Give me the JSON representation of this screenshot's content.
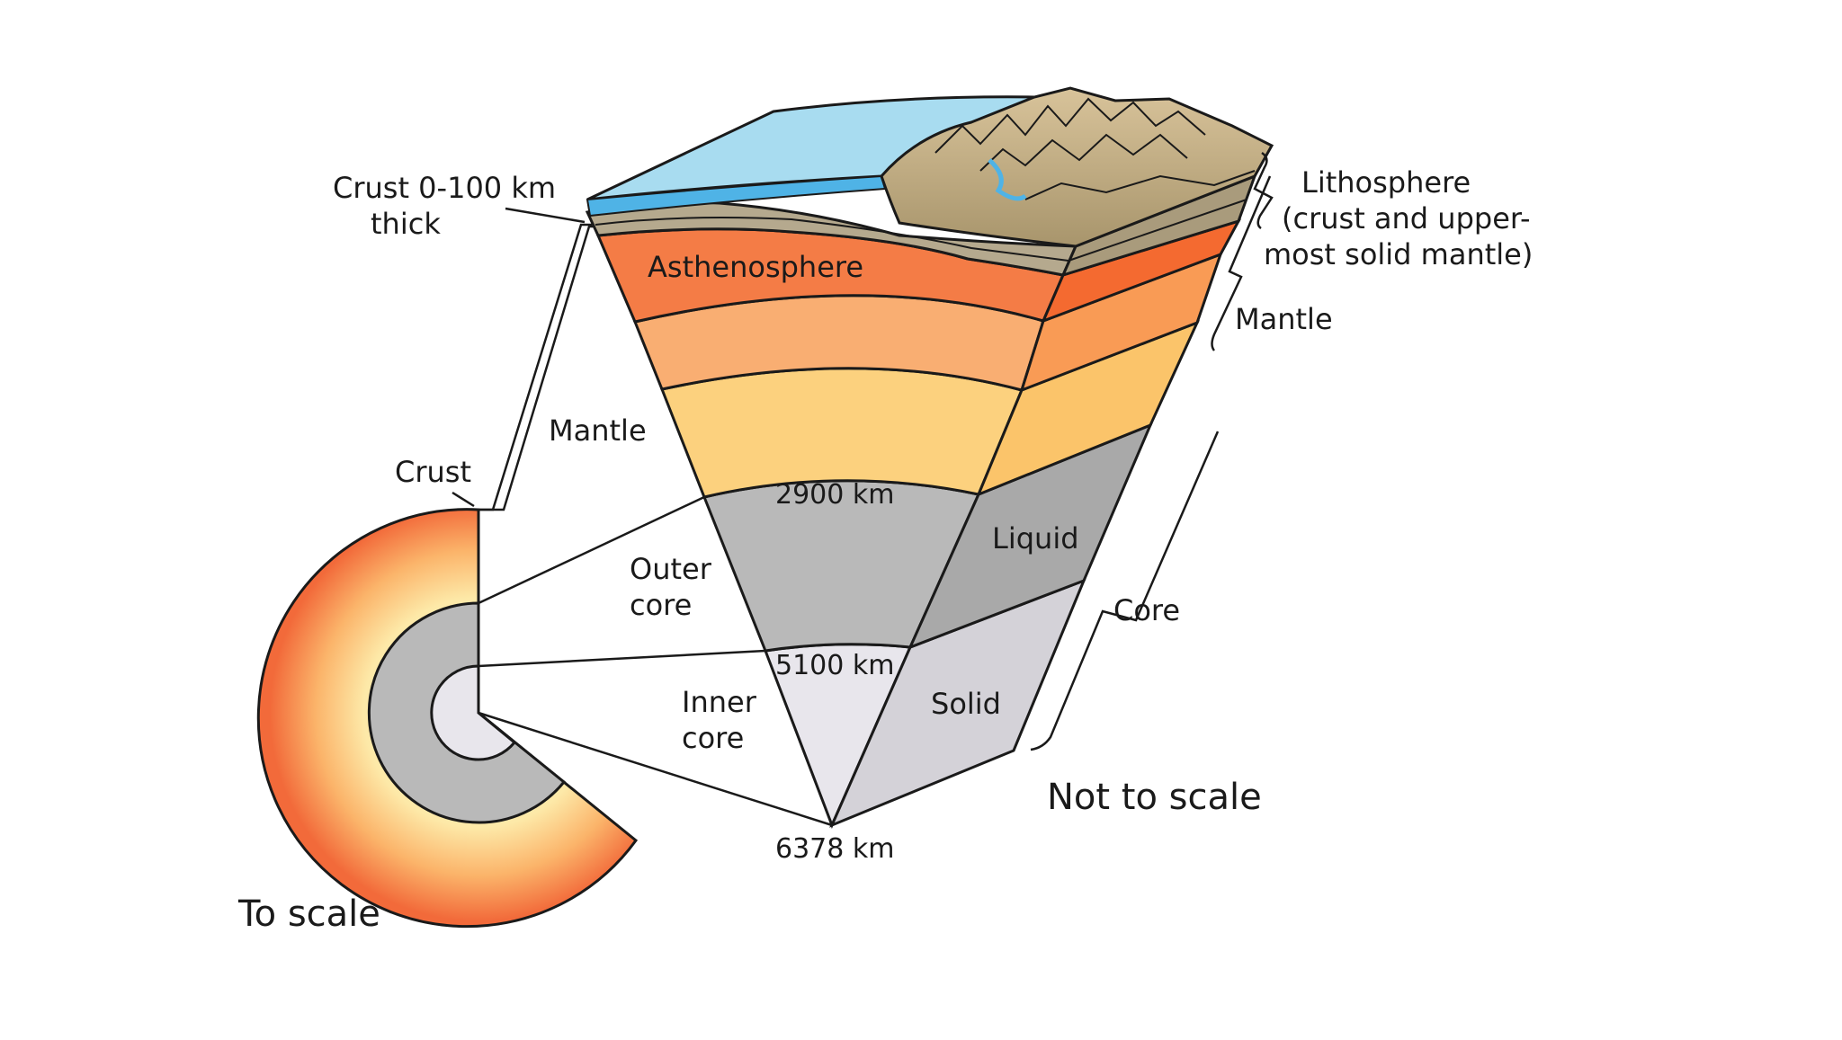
{
  "labels": {
    "crust_thick_1": "Crust 0-100 km",
    "crust_thick_2": "thick",
    "asthenosphere": "Asthenosphere",
    "lithosphere_1": "Lithosphere",
    "lithosphere_2": "(crust and upper-",
    "lithosphere_3": "most solid mantle)",
    "mantle_right": "Mantle",
    "mantle_left": "Mantle",
    "crust": "Crust",
    "depth_2900": "2900 km",
    "liquid": "Liquid",
    "outer_core_1": "Outer",
    "outer_core_2": "core",
    "core": "Core",
    "depth_5100": "5100 km",
    "inner_core_1": "Inner",
    "inner_core_2": "core",
    "solid": "Solid",
    "not_to_scale": "Not to scale",
    "depth_6378": "6378 km",
    "to_scale": "To scale"
  },
  "colors": {
    "ocean": "#a8dcf0",
    "ocean_deep": "#4fb3e6",
    "land": "#c9b48a",
    "land_dark": "#8c7a58",
    "crust": "#b5a98e",
    "asthenosphere": "#f47c46",
    "upper_mantle": "#f7a468",
    "lower_mantle": "#fcd17e",
    "outer_core": "#b9b9b9",
    "inner_core": "#e8e6ec",
    "outline": "#1a1a1a"
  }
}
